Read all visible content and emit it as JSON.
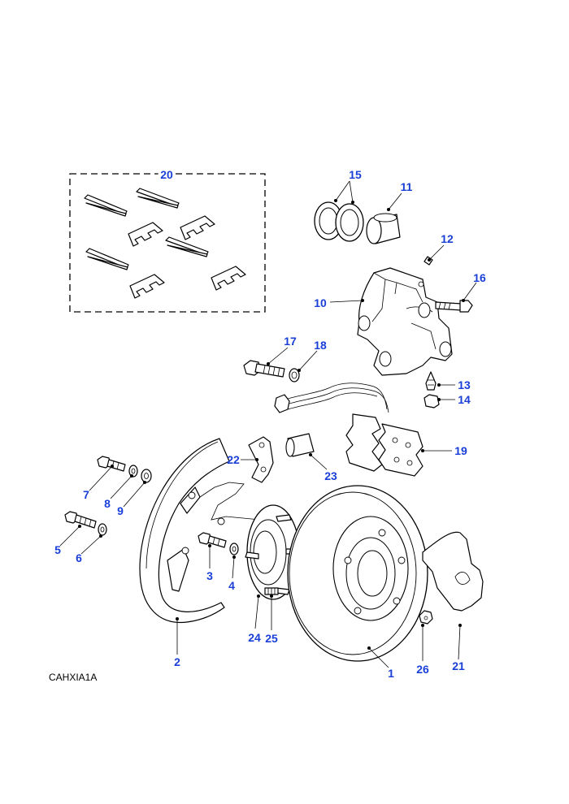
{
  "diagram": {
    "reference_code": "CAHXIA1A",
    "callouts": [
      "1",
      "2",
      "3",
      "4",
      "5",
      "6",
      "7",
      "8",
      "9",
      "10",
      "11",
      "12",
      "13",
      "14",
      "15",
      "16",
      "17",
      "18",
      "19",
      "20",
      "21",
      "22",
      "23",
      "24",
      "25",
      "26"
    ]
  }
}
